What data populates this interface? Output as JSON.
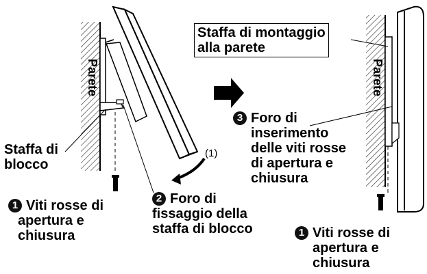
{
  "diagram": {
    "wall_label": "Parete",
    "step_marker": "(1)",
    "left": {
      "lock_bracket": [
        "Staffa di",
        "blocco"
      ],
      "screws": {
        "num": "1",
        "lines": [
          "Viti rosse di",
          "apertura e",
          "chiusura"
        ]
      },
      "fixing_hole": {
        "num": "2",
        "lines": [
          "Foro di",
          "fissaggio della",
          "staffa di blocco"
        ]
      }
    },
    "right": {
      "mount_bracket": [
        "Staffa di montaggio",
        "alla parete"
      ],
      "insert_hole": {
        "num": "3",
        "lines": [
          "Foro di",
          "inserimento",
          "delle viti rosse",
          "di apertura e",
          "chiusura"
        ]
      },
      "screws": {
        "num": "1",
        "lines": [
          "Viti rosse di",
          "apertura e",
          "chiusura"
        ]
      }
    }
  }
}
